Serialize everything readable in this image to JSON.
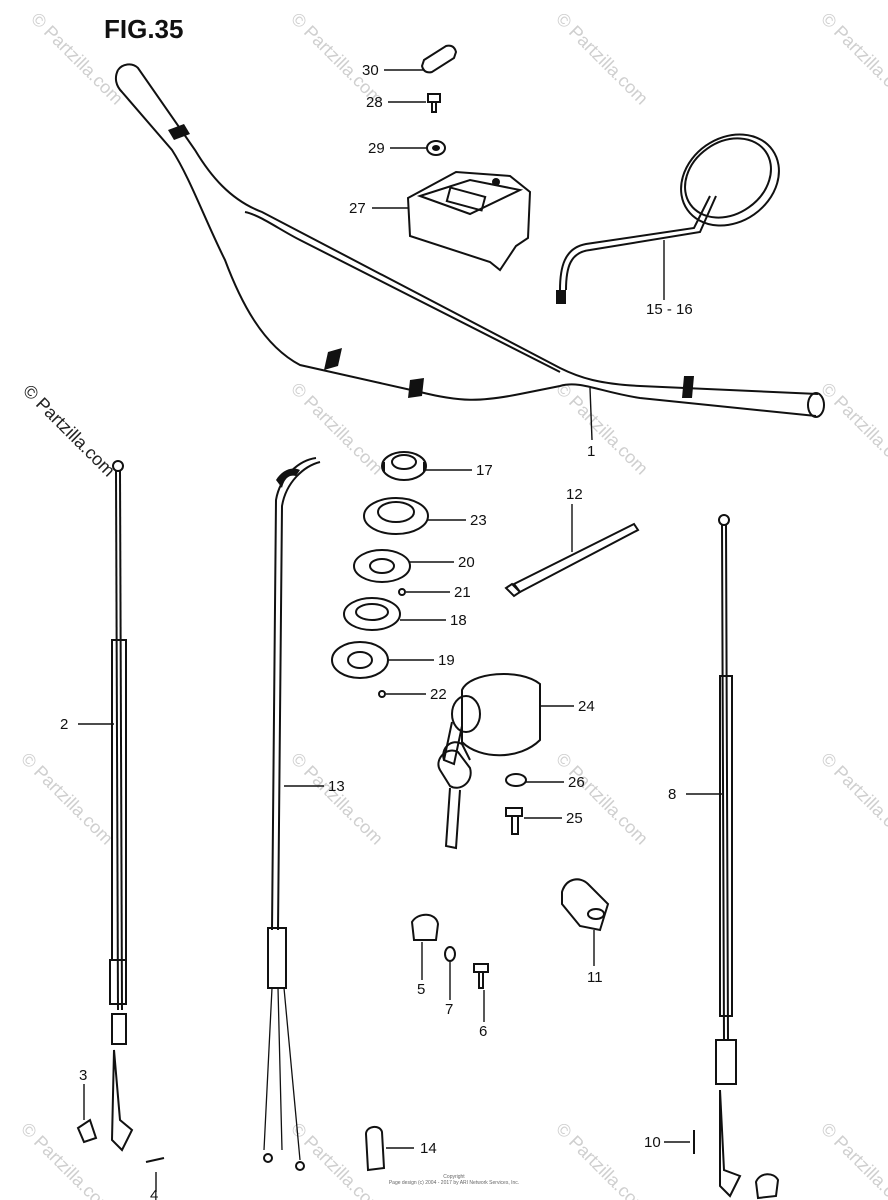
{
  "figure": {
    "title": "FIG.35"
  },
  "watermark": {
    "text": "© Partzilla.com",
    "color": "#cfcfcf"
  },
  "footer": {
    "line1": "Copyright",
    "line2": "Page design (c) 2004 - 2017 by ARI Network Services, Inc."
  },
  "callouts": {
    "p1": "1",
    "p2": "2",
    "p3": "3",
    "p4": "4",
    "p5": "5",
    "p6": "6",
    "p7": "7",
    "p8": "8",
    "p10": "10",
    "p11": "11",
    "p12": "12",
    "p13": "13",
    "p14": "14",
    "p15_16": "15 - 16",
    "p17": "17",
    "p18": "18",
    "p19": "19",
    "p20": "20",
    "p21": "21",
    "p22": "22",
    "p23": "23",
    "p24": "24",
    "p25": "25",
    "p26": "26",
    "p27": "27",
    "p28": "28",
    "p29": "29",
    "p30": "30"
  }
}
